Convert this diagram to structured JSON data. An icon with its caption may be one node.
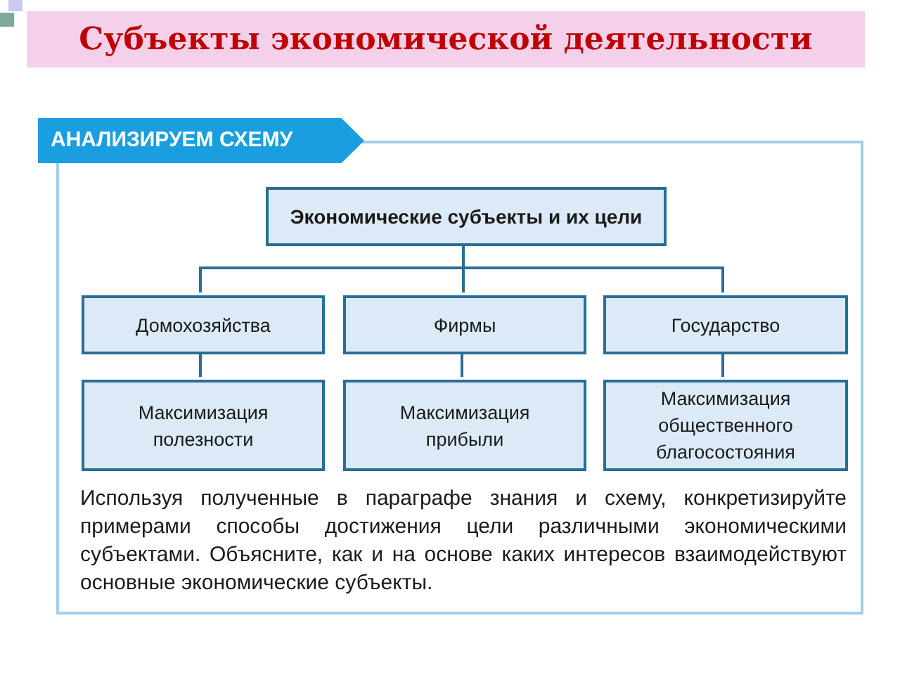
{
  "diagram": {
    "title": "Субъекты экономической деятельности",
    "nodes": [
      {
        "text": [
          "АНАЛИЗИРУЕМ СХЕМУ",
          "Используя полученные в параграфе знания и схему, конкретизируйте примерами способы достижения цели различными экономическими субъектами. Объясните, как и на основе каких интересов взаимодействуют основные экономические субъекты."
        ]
      },
      {
        "text": [
          "Экономические субъекты и их цели"
        ],
        "in": 0
      },
      {
        "text": [
          "Домохозяйства"
        ],
        "in": 0
      },
      {
        "text": [
          "Фирмы"
        ],
        "in": 0
      },
      {
        "text": [
          "Государство"
        ],
        "in": 0
      },
      {
        "text": [
          "Максимизация полезности"
        ],
        "in": 0
      },
      {
        "text": [
          "Максимизация прибыли"
        ],
        "in": 0
      },
      {
        "text": [
          "Максимизация общественного благосостояния"
        ],
        "in": 0
      }
    ],
    "edges": [
      {
        "from": 1,
        "to": 2,
        "arrow": "none"
      },
      {
        "from": 1,
        "to": 3,
        "arrow": "none"
      },
      {
        "from": 1,
        "to": 4,
        "arrow": "none"
      },
      {
        "from": 2,
        "to": 5,
        "arrow": "none"
      },
      {
        "from": 3,
        "to": 6,
        "arrow": "none"
      },
      {
        "from": 4,
        "to": 7,
        "arrow": "none"
      }
    ]
  }
}
